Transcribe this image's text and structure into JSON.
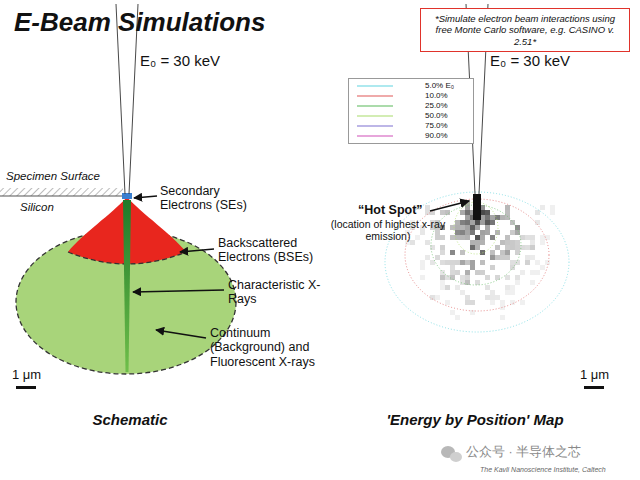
{
  "diagram": {
    "title": "E-Beam Simulations",
    "nodes": [
      {
        "text": [
          "*Simulate electron beam interactions using free Monte Carlo software, e.g. CASINO v. 2.51*"
        ]
      }
    ],
    "labels": [
      "E₀ = 30 keV",
      "Specimen Surface",
      "Silicon",
      "Secondary Electrons (SEs)",
      "Backscattered Electrons (BSEs)",
      "Characteristic X-Rays",
      "Continuum (Background) and Fluorescent X-rays",
      "1 μm",
      "Schematic",
      "E₀ = 30 keV",
      "“Hot Spot”",
      "(location of highest x-ray emission)",
      "1 μm",
      "'Energy by Position' Map",
      "公众号 · 半导体之芯",
      "The Kavli Nanoscience Institute, Caltech"
    ],
    "legend": [
      {
        "text": "5.0% E₀"
      },
      {
        "text": "10.0%"
      },
      {
        "text": "25.0%"
      },
      {
        "text": "50.0%"
      },
      {
        "text": "75.0%"
      },
      {
        "text": "90.0%"
      }
    ]
  }
}
